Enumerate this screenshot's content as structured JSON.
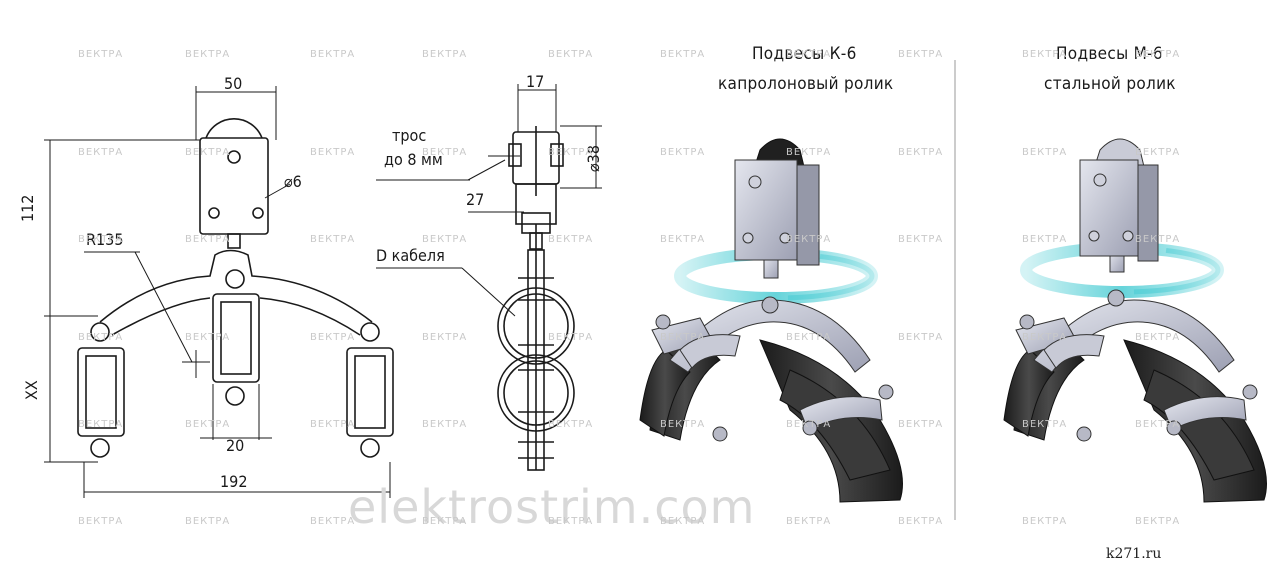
{
  "drawing": {
    "dim_width_top": "50",
    "dim_hole": "⌀6",
    "dim_height": "112",
    "dim_radius": "R135",
    "dim_xx": "XX",
    "dim_clamp": "20",
    "dim_total": "192",
    "dim_side_width": "17",
    "dim_roller": "⌀38",
    "dim_27": "27",
    "cable_note_1": "трос",
    "cable_note_2": "до 8 мм",
    "cable_diameter": "D кабеля"
  },
  "captions": {
    "k6_line1": "Подвесы К-6",
    "k6_line2": "капролоновый ролик",
    "m6_line1": "Подвесы М-6",
    "m6_line2": "стальной ролик"
  },
  "watermarks": {
    "small": "ВЕКТРА",
    "big": "elektrostrim.com",
    "site": "k271.ru"
  },
  "colors": {
    "line": "#1a1a1a",
    "metal": "#c9cbd6",
    "cable": "#2a2a2a",
    "ring": "#55cfd6"
  }
}
